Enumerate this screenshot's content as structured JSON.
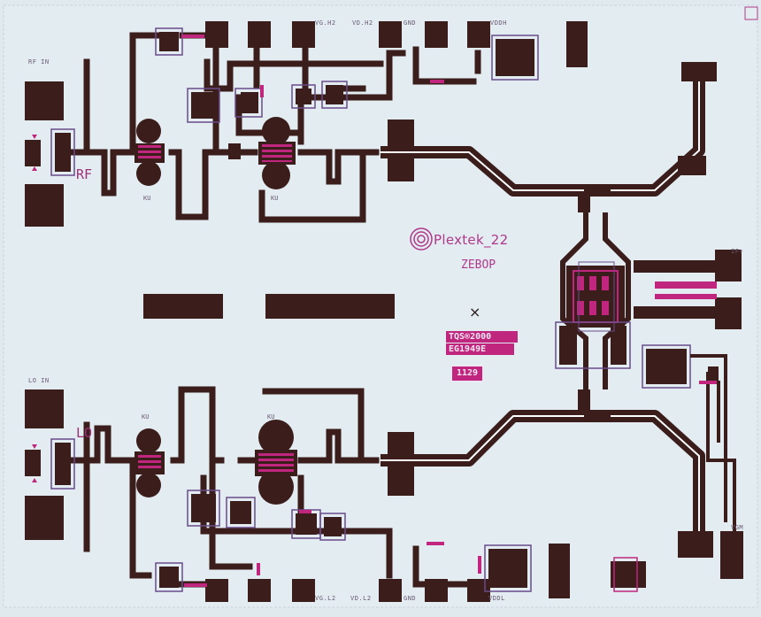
{
  "die": {
    "rf_in_label": "RF IN",
    "lo_in_label": "LO IN",
    "if_label": "IF+",
    "vgm_label": "VGM",
    "rf_label": "RF",
    "lo_label": "LO",
    "ku_label": "KU",
    "top_pads": [
      "VG.H2",
      "VD.H2",
      "GND",
      "VDDH"
    ],
    "bottom_pads": [
      "VG.L2",
      "VD.L2",
      "GND",
      "VDDL"
    ],
    "logo_text": "Plextek_22",
    "chip_code": "ZEBOP",
    "foundry_line1": "TQS®2000",
    "foundry_line2": "EG1949E",
    "stamp": "1129",
    "centre_mark": "×"
  },
  "colors": {
    "background": "#dfe9ee",
    "metal": "#3b1e1c",
    "outline": "#6a4b8c",
    "magenta": "#c0267e",
    "trace_light": "#ffffff"
  }
}
